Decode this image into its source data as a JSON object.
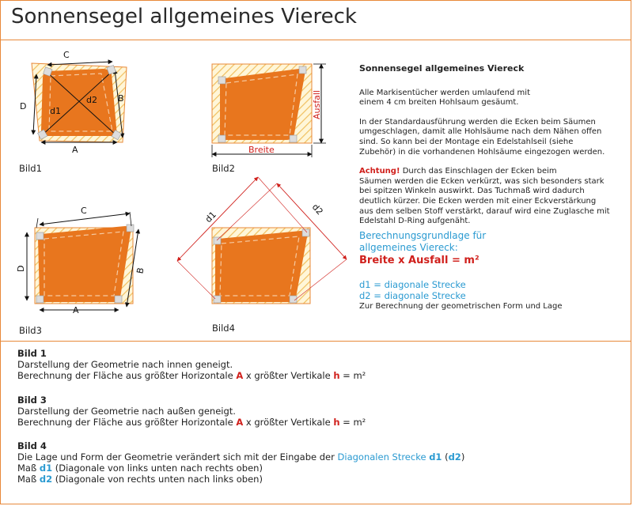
{
  "title": "Sonnensegel allgemeines Viereck",
  "figures": {
    "bild1": {
      "caption": "Bild1",
      "labels": {
        "a": "A",
        "b": "B",
        "c": "C",
        "d": "D",
        "d1": "d1",
        "d2": "d2"
      }
    },
    "bild2": {
      "caption": "Bild2",
      "labels": {
        "breite": "Breite",
        "ausfall": "Ausfall"
      }
    },
    "bild3": {
      "caption": "Bild3",
      "labels": {
        "a": "A",
        "b": "B",
        "c": "C",
        "d": "D"
      }
    },
    "bild4": {
      "caption": "Bild4",
      "labels": {
        "d1": "d1",
        "d2": "d2"
      }
    }
  },
  "side": {
    "heading": "Sonnensegel allgemeines Viereck",
    "para1_l1": "Alle Markisentücher werden umlaufend mit",
    "para1_l2": "einem 4 cm breiten Hohlsaum gesäumt.",
    "para2_l1": "In der Standardausführung werden die Ecken beim Säumen",
    "para2_l2": "umgeschlagen, damit alle Hohlsäume nach dem Nähen offen",
    "para2_l3": "sind. So kann bei der Montage ein Edelstahlseil (siehe",
    "para2_l4": "Zubehör) in die vorhandenen Hohlsäume eingezogen werden.",
    "warn_label": "Achtung!",
    "para3_l1": " Durch das Einschlagen der Ecken beim",
    "para3_l2": "Säumen werden die Ecken verkürzt, was sich besonders stark",
    "para3_l3": "bei spitzen Winkeln auswirkt. Das Tuchmaß wird dadurch",
    "para3_l4": "deutlich kürzer. Die Ecken werden mit einer Eckverstärkung",
    "para3_l5": "aus dem selben Stoff verstärkt, darauf wird eine Zuglasche mit",
    "para3_l6": "Edelstahl D-Ring aufgenäht.",
    "calc_l1": "Berechnungsgrundlage für",
    "calc_l2": "allgemeines Viereck:",
    "formula": "Breite x Ausfall = m²",
    "d1_def": "d1 = diagonale Strecke",
    "d2_def": "d2 = diagonale Strecke",
    "d_note": "Zur Berechnung der geometrischen Form und Lage"
  },
  "lower": {
    "b1_head": "Bild 1",
    "b1_l1": "Darstellung der Geometrie nach innen geneigt.",
    "b1_l2_pre": "Berechnung der Fläche aus größter Horizontale ",
    "b1_l2_A": "A",
    "b1_l2_mid": " x größter Vertikale ",
    "b1_l2_h": "h",
    "b1_l2_end": " = m²",
    "b3_head": "Bild 3",
    "b3_l1": "Darstellung der Geometrie nach außen geneigt.",
    "b3_l2_pre": "Berechnung der Fläche aus größter Horizontale ",
    "b3_l2_A": "A",
    "b3_l2_mid": " x größter Vertikale ",
    "b3_l2_h": "h",
    "b3_l2_end": " = m²",
    "b4_head": "Bild 4",
    "b4_l1_pre": "Die Lage und Form der Geometrie verändert sich mit der Eingabe der ",
    "b4_l1_blue": "Diagonalen Strecke",
    "b4_l1_d1": "d1",
    "b4_l1_open": " (",
    "b4_l1_d2": "d2",
    "b4_l1_close": ")",
    "b4_l2_pre": "Maß ",
    "b4_l2_d": "d1",
    "b4_l2_end": " (Diagonale von links unten nach rechts oben)",
    "b4_l3_pre": "Maß ",
    "b4_l3_d": "d2",
    "b4_l3_end": " (Diagonale von rechts unten nach links oben)"
  },
  "colors": {
    "accent": "#e8893a",
    "sail": "#e8761e",
    "red": "#d0201c",
    "blue": "#2a9ad1"
  }
}
